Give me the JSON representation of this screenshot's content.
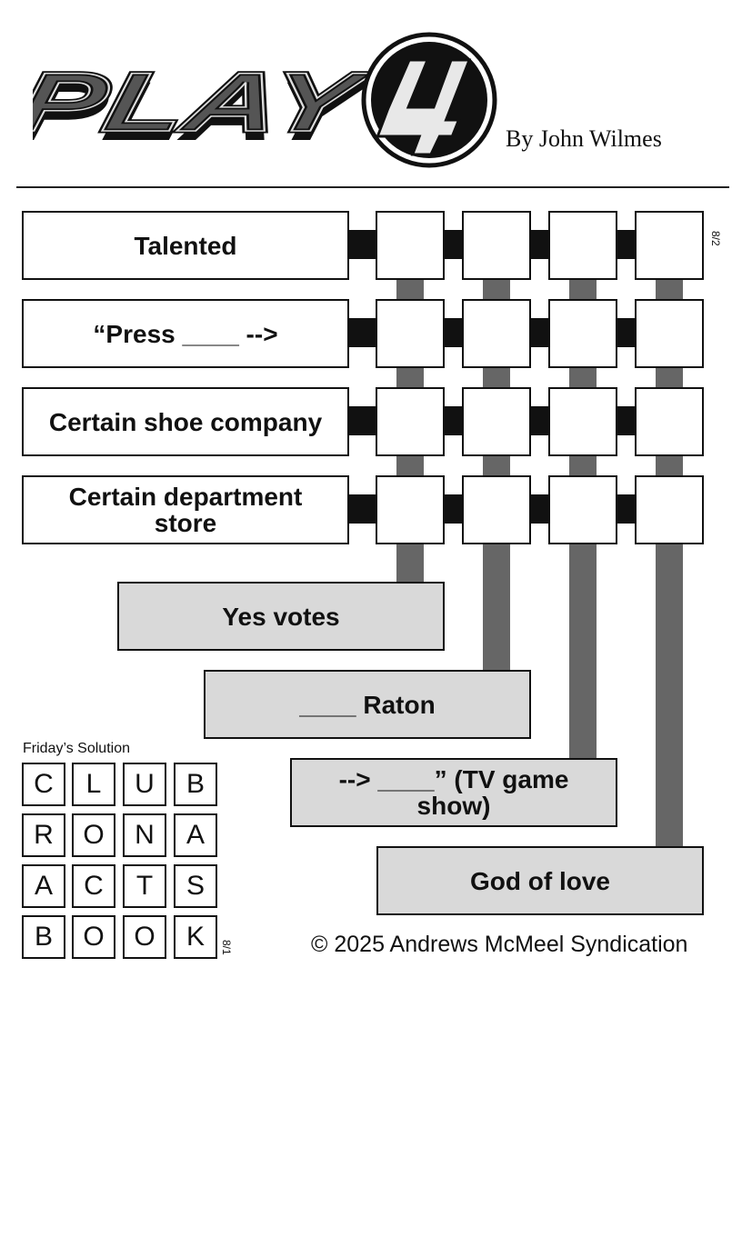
{
  "header": {
    "logo_text": "PLAY4",
    "byline": "By John Wilmes"
  },
  "puzzle": {
    "date_label": "8/2",
    "across_clues": [
      "Talented",
      "“Press ____ -->",
      "Certain shoe company",
      "Certain department store"
    ],
    "down_clues": [
      "Yes votes",
      "____ Raton",
      "--> ____” (TV game show)",
      "God of love"
    ]
  },
  "solution": {
    "title": "Friday’s Solution",
    "date_label": "8/1",
    "rows": [
      [
        "C",
        "L",
        "U",
        "B"
      ],
      [
        "R",
        "O",
        "N",
        "A"
      ],
      [
        "A",
        "C",
        "T",
        "S"
      ],
      [
        "B",
        "O",
        "O",
        "K"
      ]
    ]
  },
  "footer": {
    "copyright": "© 2025 Andrews McMeel Syndication"
  }
}
